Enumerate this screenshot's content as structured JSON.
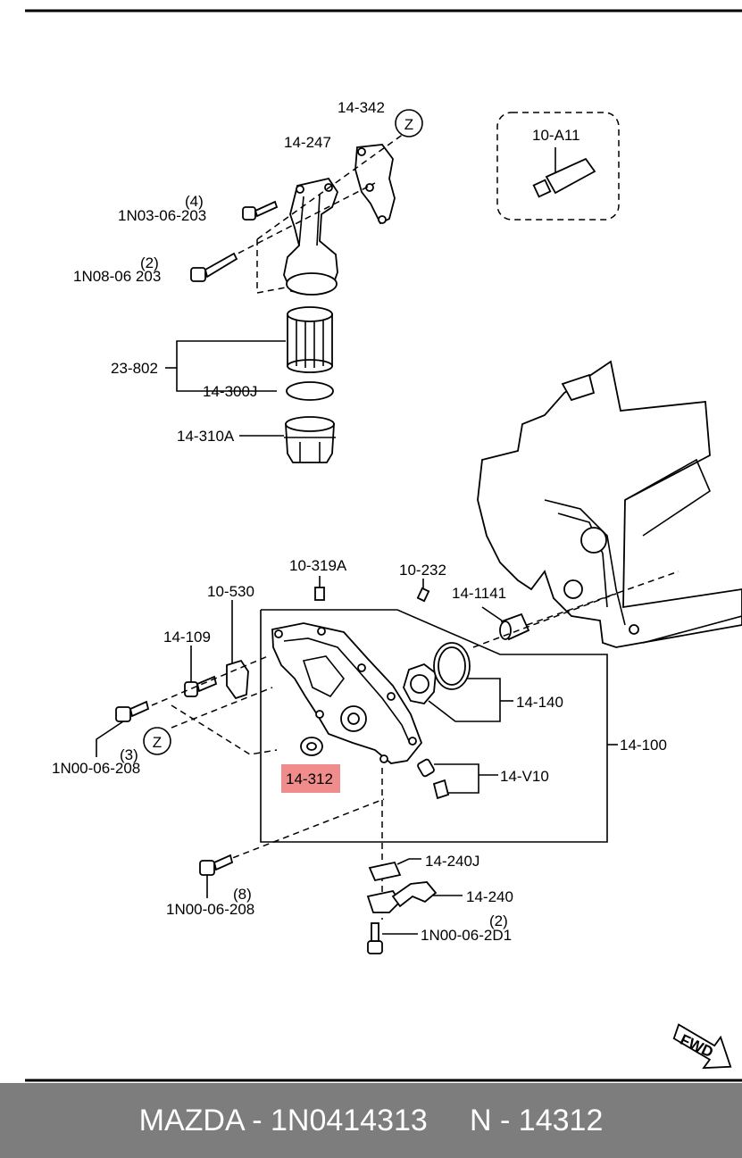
{
  "callouts": {
    "c14342": "14-342",
    "c14247": "14-247",
    "ref_z_top": "Z",
    "c10a11": "10-A11",
    "qty4": "(4)",
    "c1n03": "1N03-06-203",
    "qty2a": "(2)",
    "c1n08": "1N08-06 203",
    "c23802": "23-802",
    "c14300j": "14-300J",
    "c14310a": "14-310A",
    "c10319a": "10-319A",
    "c10232": "10-232",
    "c10530": "10-530",
    "c141141": "14-1141",
    "c14109": "14-109",
    "c14140": "14-140",
    "qty3": "(3)",
    "c1n00a": "1N00-06-208",
    "ref_z_mid": "Z",
    "c14100": "14-100",
    "c14312": "14-312",
    "c14v10": "14-V10",
    "c14240j": "14-240J",
    "qty8": "(8)",
    "c1n00b": "1N00-06-208",
    "c14240": "14-240",
    "qty2b": "(2)",
    "c1n00c": "1N00-06-2D1",
    "fwd": "FWD"
  },
  "highlight_color": "#f08c8c",
  "footer": {
    "text": "MAZDA - 1N0414313     N - 14312",
    "bg_color": "#7d7d7d"
  }
}
